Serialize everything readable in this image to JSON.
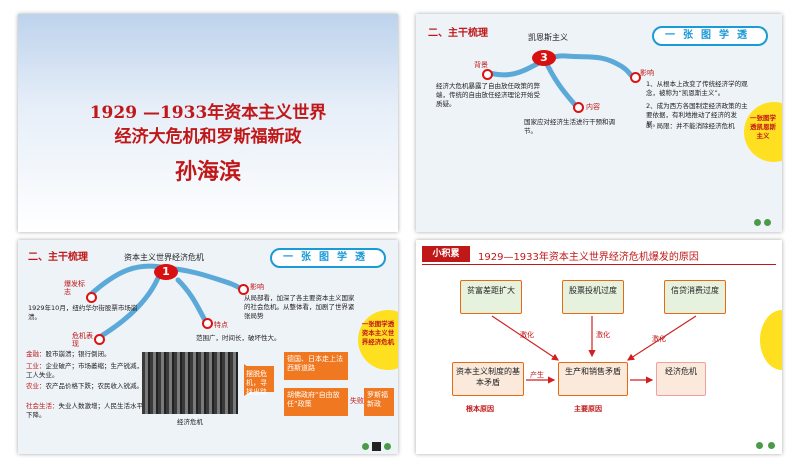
{
  "slide1": {
    "title_line1": "1929 —1933年资本主义世界",
    "title_line2": "经济大危机和罗斯福新政",
    "author": "孙海滨"
  },
  "slide2": {
    "section": "二、主干梳理",
    "topic": "凯恩斯主义",
    "number": "3",
    "pill": "一张图学透",
    "bg_label": "背景",
    "bg_text": "经济大危机暴露了自由放任政策的弊端，传统的自由放任经济理论开始受质疑。",
    "content_label": "内容",
    "content_text": "国家应对经济生活进行干预和调节。",
    "impact_label": "影响",
    "impact_1": "1、从根本上改变了传统经济学的观念，被称为“凯恩斯主义”。",
    "impact_2": "2、成为西方各国制定经济政策的主要依据，有利地推动了经济的发展。",
    "impact_3": "3、局限：并不能消除经济危机",
    "circle_text": "一张图学透凯恩斯主义"
  },
  "slide3": {
    "section": "二、主干梳理",
    "topic": "资本主义世界经济危机",
    "number": "1",
    "pill": "一张图学透",
    "outbreak_label": "爆发标志",
    "outbreak_text": "1929年10月，纽约华尔街股票市场崩溃。",
    "impact_label": "影响",
    "impact_text": "从局部看，加深了各主要资本主义国家的社会危机。从整体看，加剧了世界紧张局势",
    "feature_label": "特点",
    "feature_text": "范围广，时间长，破坏性大。",
    "harm_label": "危机表现",
    "harm_items": [
      {
        "k": "金融：",
        "v": "股市崩溃；银行倒闭。"
      },
      {
        "k": "工业：",
        "v": "企业破产；市场萎缩；生产锐减，工人失业。"
      },
      {
        "k": "农业：",
        "v": "农产品价格下跌；农民收入锐减。"
      },
      {
        "k": "社会生活：",
        "v": "失业人数激增；人民生活水平下降。"
      }
    ],
    "photo_caption": "经济危机",
    "arrow_box": "摆脱危机，寻找出路",
    "opt1": "德国、日本走上法西斯道路",
    "opt2": "胡佛政府“自由放任”政策",
    "fail": "失败",
    "roosevelt": "罗斯福新政",
    "circle_text": "一张图学透资本主义世界经济危机"
  },
  "slide4": {
    "tag": "小积累",
    "title": "1929—1933年资本主义世界经济危机爆发的原因",
    "box_a": "贫富差距扩大",
    "box_b": "股票投机过度",
    "box_c": "信贷消费过度",
    "box_d": "资本主义制度的基本矛盾",
    "box_e": "生产和销售矛盾",
    "box_f": "经济危机",
    "arrow_a": "激化",
    "arrow_b": "激化",
    "arrow_c": "激化",
    "arrow_d": "产生",
    "label_root": "根本原因",
    "label_main": "主要原因"
  }
}
